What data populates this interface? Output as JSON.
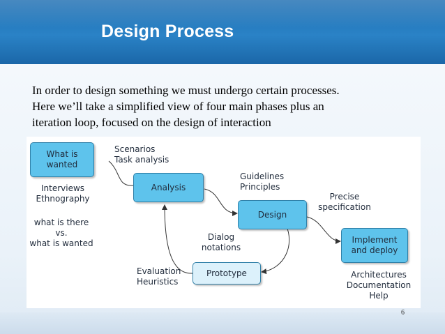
{
  "slide": {
    "title": "Design Process",
    "intro_lines": [
      "In order to design something we must undergo certain processes.",
      "Here we’ll take a simplified view of four main phases plus an",
      "iteration loop, focused on the design of interaction"
    ],
    "page_number": "6"
  },
  "diagram": {
    "boxes": {
      "what_is_wanted": [
        "What is",
        "wanted"
      ],
      "analysis": "Analysis",
      "design": "Design",
      "implement": [
        "Implement",
        "and deploy"
      ],
      "prototype": "Prototype"
    },
    "labels": {
      "scenarios": [
        "Scenarios",
        "Task analysis"
      ],
      "interviews": [
        "Interviews",
        "Ethnography"
      ],
      "what_is_there": [
        "what is there",
        "vs.",
        "what is wanted"
      ],
      "guidelines": [
        "Guidelines",
        "Principles"
      ],
      "precise": [
        "Precise",
        "specification"
      ],
      "dialog": [
        "Dialog",
        "notations"
      ],
      "evaluation": [
        "Evaluation",
        "Heuristics"
      ],
      "architectures": [
        "Architectures",
        "Documentation",
        "Help"
      ]
    }
  }
}
